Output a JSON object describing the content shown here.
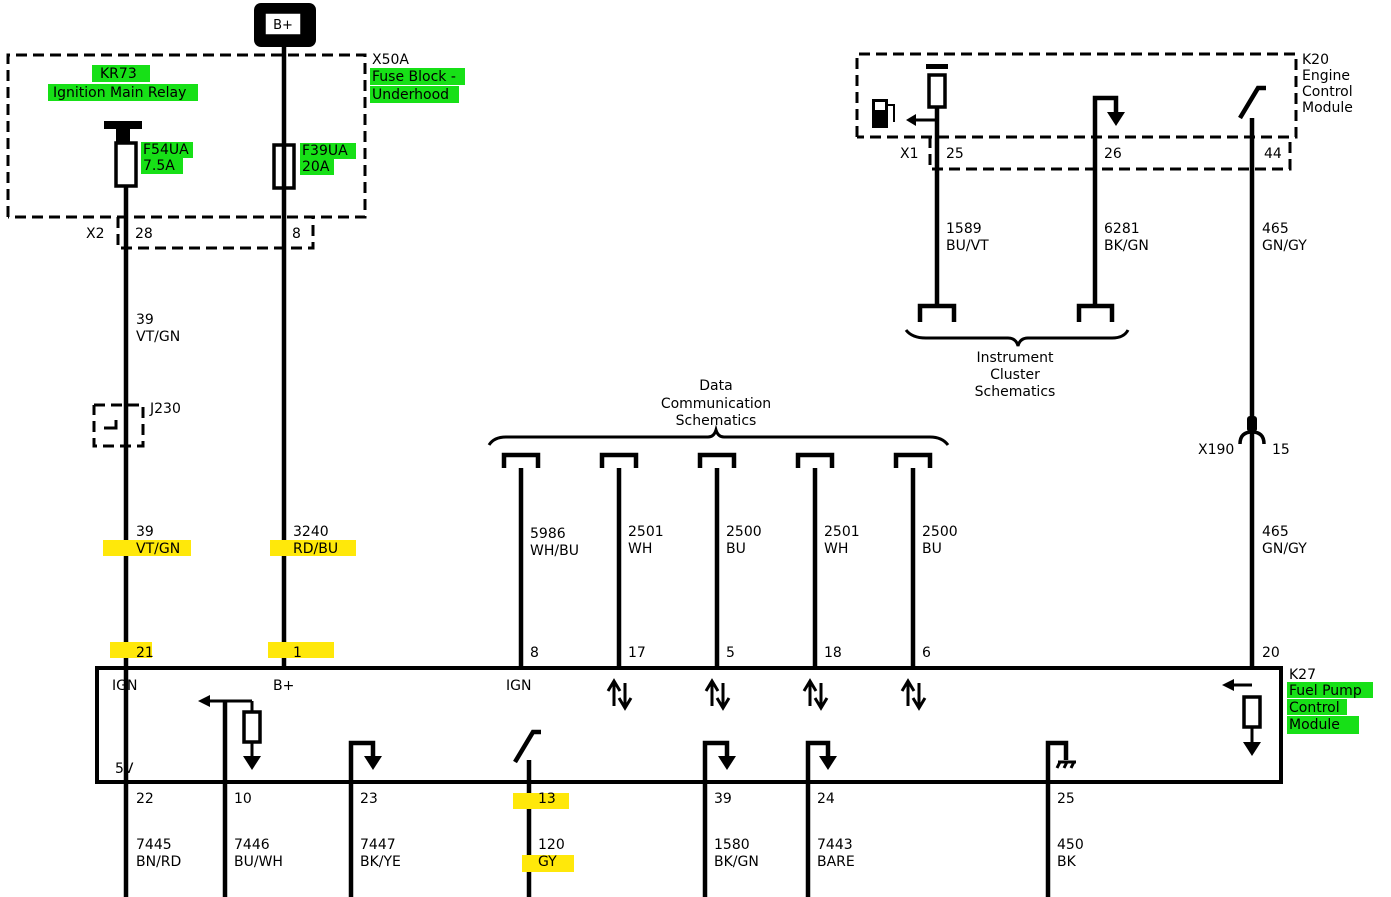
{
  "colors": {
    "highlight_green": "#17e017",
    "highlight_yellow": "#ffe80a",
    "line": "#000000"
  },
  "battery": {
    "label": "B+"
  },
  "fuse_block": {
    "id": "X50A",
    "name_line1": "Fuse Block -",
    "name_line2": "Underhood",
    "relay_id": "KR73",
    "relay_name": "Ignition Main Relay",
    "fuse1_id": "F54UA",
    "fuse1_rating": "7.5A",
    "fuse2_id": "F39UA",
    "fuse2_rating": "20A",
    "connector": "X2",
    "pin_a": "28",
    "pin_b": "8"
  },
  "ecm": {
    "id": "K20",
    "name_line1": "Engine",
    "name_line2": "Control",
    "name_line3": "Module",
    "connector": "X1",
    "pins": [
      "25",
      "26",
      "44"
    ],
    "fuel_icon": "fuel-pump-icon"
  },
  "ecm_wires": [
    {
      "circuit": "1589",
      "color": "BU/VT"
    },
    {
      "circuit": "6281",
      "color": "BK/GN"
    },
    {
      "circuit": "465",
      "color": "GN/GY"
    }
  ],
  "instrument_cluster": {
    "line1": "Instrument",
    "line2": "Cluster",
    "line3": "Schematics"
  },
  "data_comm": {
    "line1": "Data",
    "line2": "Communication",
    "line3": "Schematics"
  },
  "upper_left_wire": {
    "circuit": "39",
    "color": "VT/GN"
  },
  "splice": {
    "id": "J230"
  },
  "inline_connector": {
    "id": "X190",
    "pin": "15"
  },
  "top_wires": [
    {
      "circuit": "39",
      "color": "VT/GN",
      "pin": "21"
    },
    {
      "circuit": "3240",
      "color": "RD/BU",
      "pin": "1"
    },
    {
      "circuit": "5986",
      "color": "WH/BU",
      "pin": "8"
    },
    {
      "circuit": "2501",
      "color": "WH",
      "pin": "17"
    },
    {
      "circuit": "2500",
      "color": "BU",
      "pin": "5"
    },
    {
      "circuit": "2501",
      "color": "WH",
      "pin": "18"
    },
    {
      "circuit": "2500",
      "color": "BU",
      "pin": "6"
    },
    {
      "circuit": "465",
      "color": "GN/GY",
      "pin": "20"
    }
  ],
  "module": {
    "id": "K27",
    "name_line1": "Fuel Pump",
    "name_line2": "Control",
    "name_line3": "Module",
    "label_ign": "IGN",
    "label_bplus": "B+",
    "label_ign2": "IGN",
    "label_5v": "5V"
  },
  "bottom_wires": [
    {
      "pin": "22",
      "circuit": "7445",
      "color": "BN/RD"
    },
    {
      "pin": "10",
      "circuit": "7446",
      "color": "BU/WH"
    },
    {
      "pin": "23",
      "circuit": "7447",
      "color": "BK/YE"
    },
    {
      "pin": "13",
      "circuit": "120",
      "color": "GY"
    },
    {
      "pin": "39",
      "circuit": "1580",
      "color": "BK/GN"
    },
    {
      "pin": "24",
      "circuit": "7443",
      "color": "BARE"
    },
    {
      "pin": "25",
      "circuit": "450",
      "color": "BK"
    }
  ]
}
